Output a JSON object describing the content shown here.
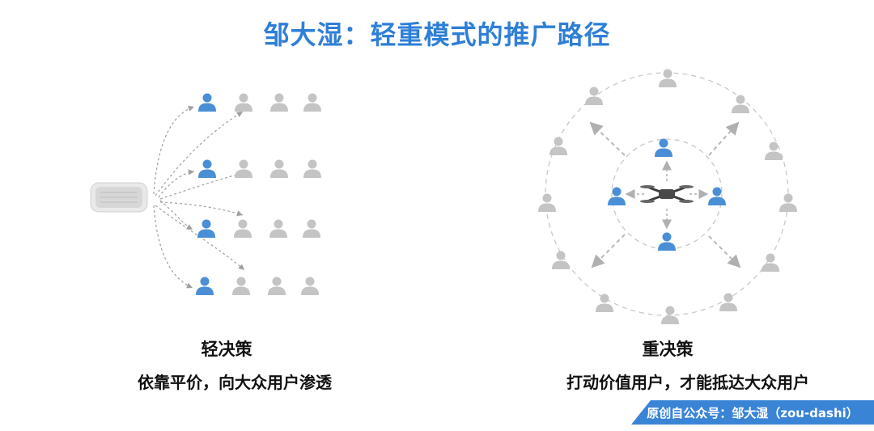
{
  "title": "邹大湿：轻重模式的推广路径",
  "left": {
    "caption_title": "轻决策",
    "caption_sub": "依靠平价，向大众用户渗透"
  },
  "right": {
    "caption_title": "重决策",
    "caption_sub": "打动价值用户，才能抵达大众用户"
  },
  "footer": "原创自公众号：邹大湿（zou-dashi）",
  "colors": {
    "title": "#2f7fd6",
    "blue_user": "#4a8fd6",
    "gray_user": "#c4c4c4",
    "arrow": "#a0a0a0",
    "footer_bg": "#3a84d6"
  },
  "icons": {
    "source": "product-box-icon",
    "center": "drone-icon",
    "user": "user-icon"
  }
}
